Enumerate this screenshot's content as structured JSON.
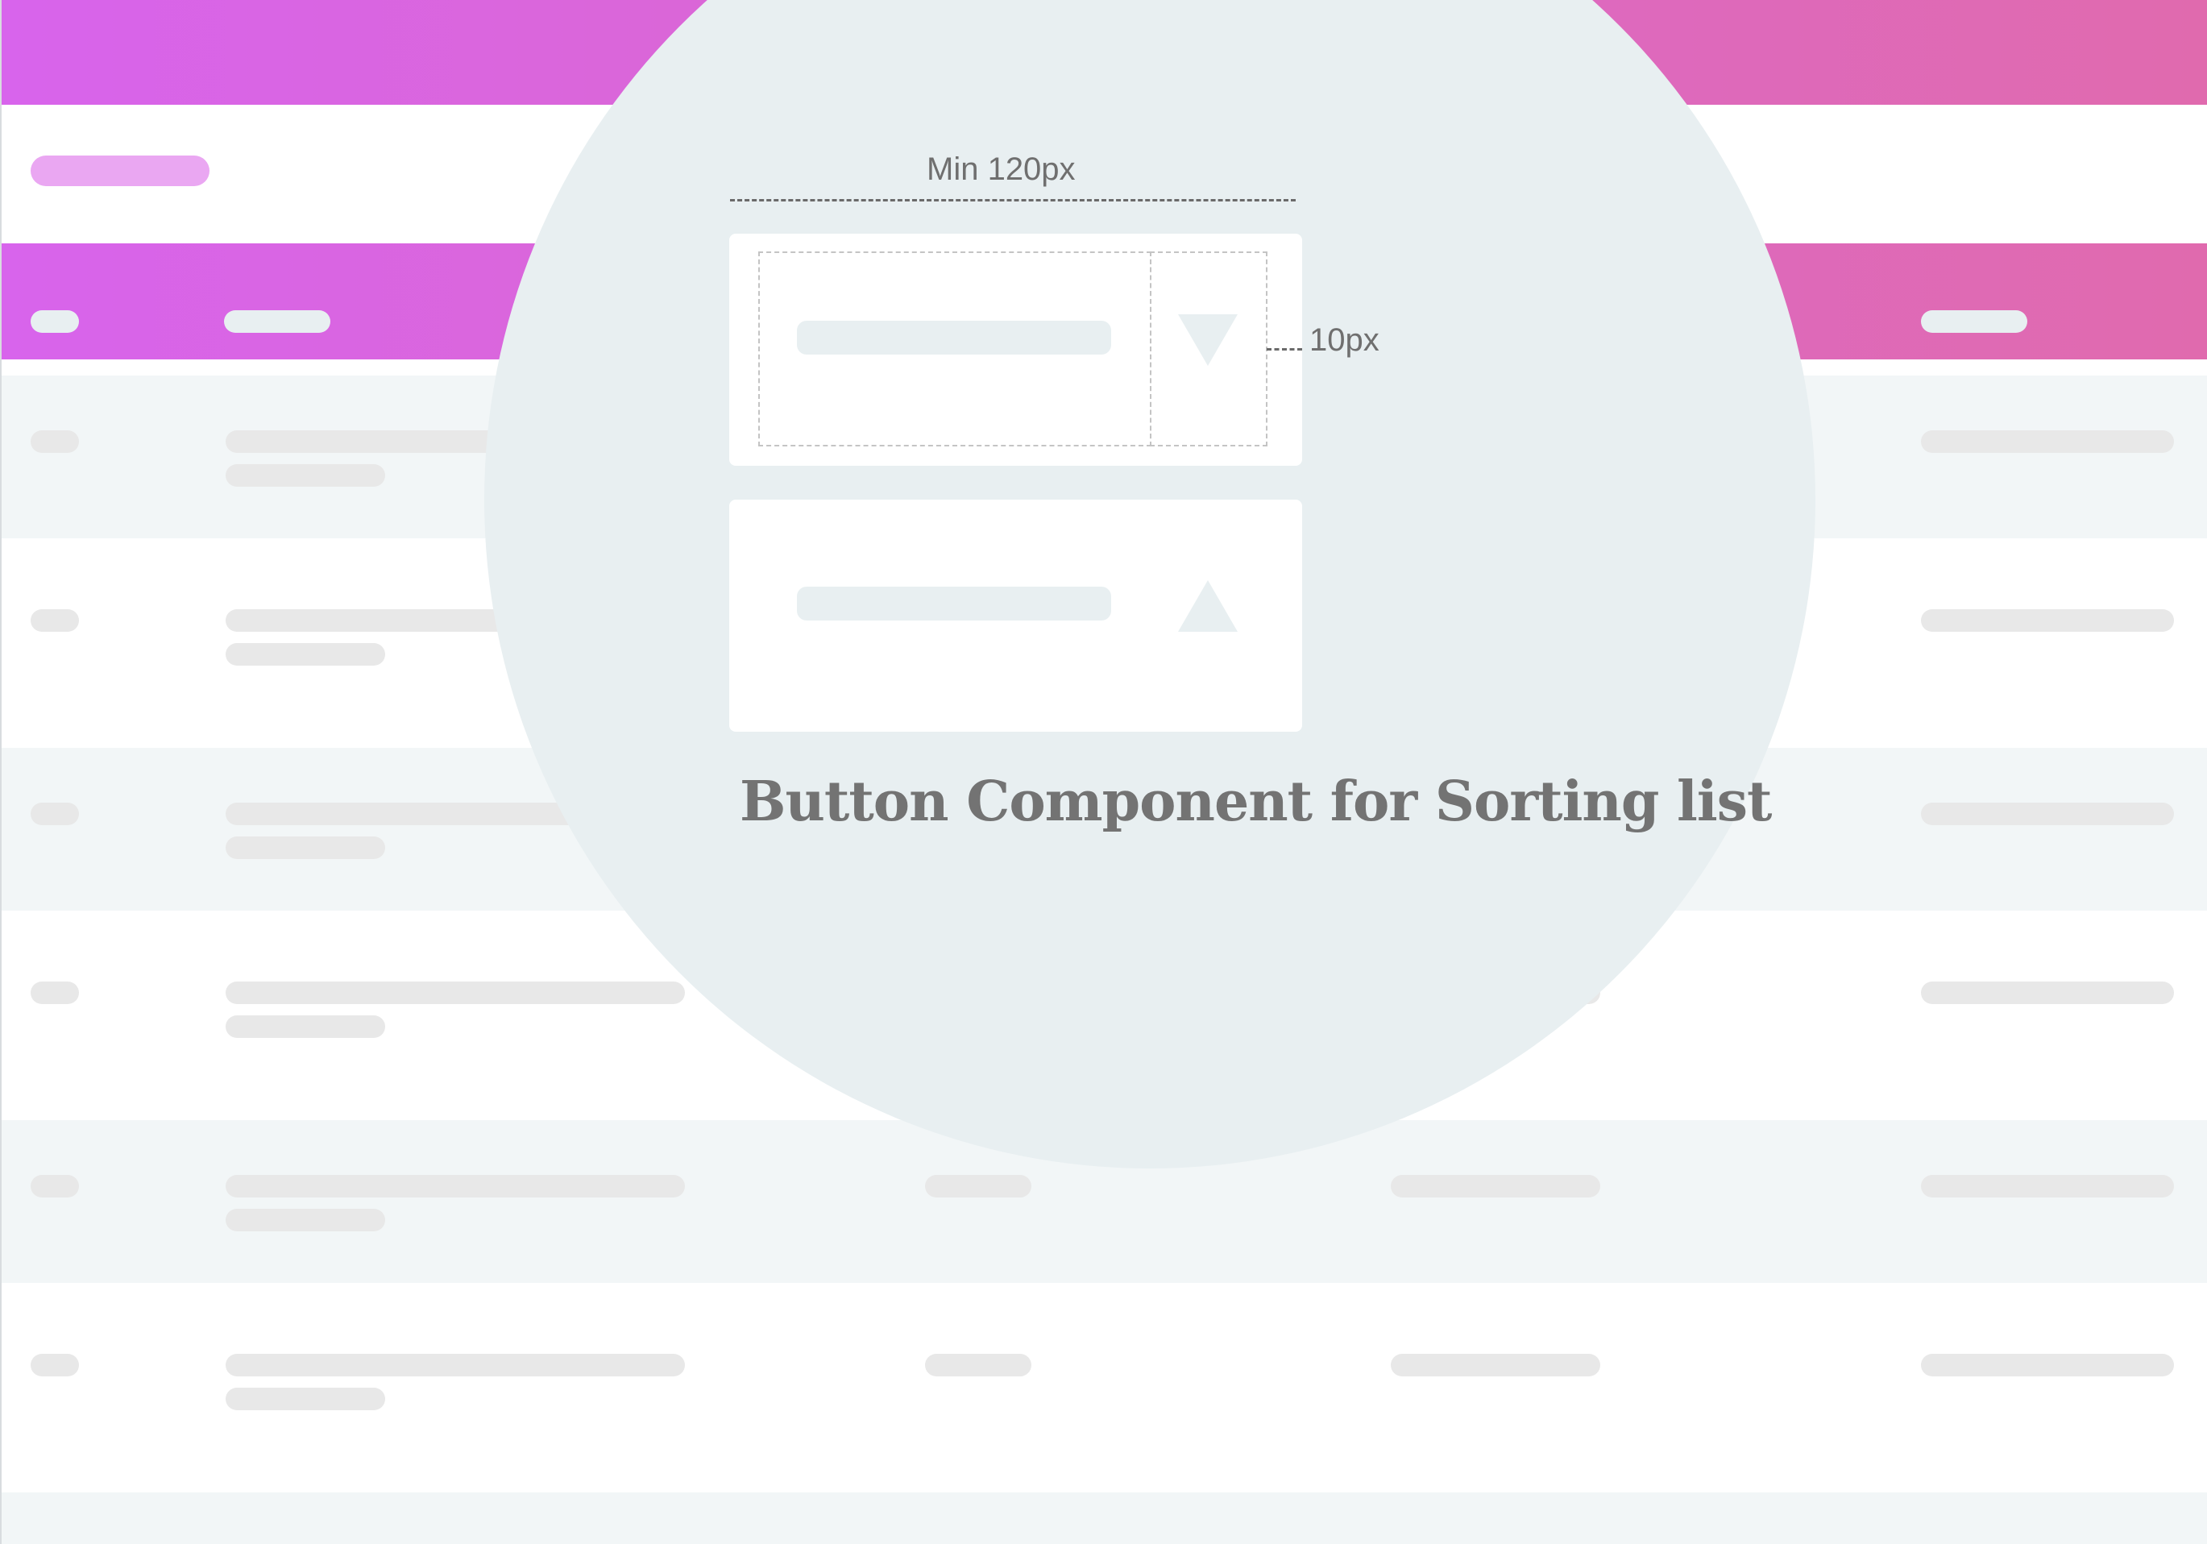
{
  "annotation": {
    "min_width_label": "Min 120px",
    "padding_label": "10px",
    "title": "Button Component for Sorting list"
  },
  "sort_buttons": [
    {
      "state": "descending",
      "icon": "triangle-down-icon"
    },
    {
      "state": "ascending",
      "icon": "triangle-up-icon"
    }
  ],
  "colors": {
    "header_gradient_start": "#d864ec",
    "header_gradient_end": "#e06aae",
    "circle_bg": "#e8eff1",
    "row_alt_bg": "#f2f6f7",
    "placeholder_pill": "#e8e8e8",
    "text_gray": "#737373"
  }
}
